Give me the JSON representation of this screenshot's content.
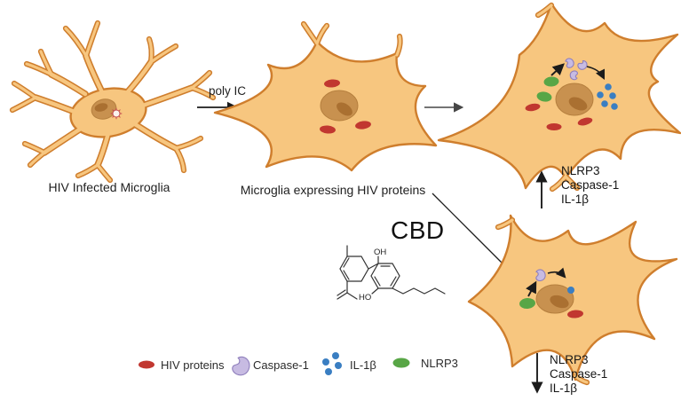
{
  "cells": {
    "infected": {
      "label": "HIV Infected Microglia"
    },
    "expressing": {
      "label": "Microglia expressing HIV proteins"
    }
  },
  "stimulus": {
    "label": "poly IC"
  },
  "cbd": {
    "label": "CBD",
    "oh": "OH",
    "ho": "HO"
  },
  "pathway_up": {
    "direction": "increase",
    "lines": [
      "NLRP3",
      "Caspase-1",
      "IL-1β"
    ]
  },
  "pathway_down": {
    "direction": "decrease",
    "lines": [
      "NLRP3",
      "Caspase-1",
      "IL-1β"
    ]
  },
  "legend": {
    "items": [
      {
        "id": "hiv-proteins",
        "label": "HIV proteins"
      },
      {
        "id": "caspase-1",
        "label": "Caspase-1"
      },
      {
        "id": "il-1b",
        "label": "IL-1β"
      },
      {
        "id": "nlrp3",
        "label": "NLRP3"
      }
    ]
  },
  "colors": {
    "cellFill": "#F7C67F",
    "cellStroke": "#CF7E2D",
    "nucleusFill": "#C8914F",
    "nucleusStroke": "#B57F3E",
    "nucleusInner": "#AA7031",
    "red": "#C13730",
    "green": "#58A646",
    "blue": "#3A7EC2",
    "purple": "#C7BBE2",
    "purpleStroke": "#8F7FBC",
    "ink": "#1C1C1C",
    "virusRed": "#C2484E"
  }
}
